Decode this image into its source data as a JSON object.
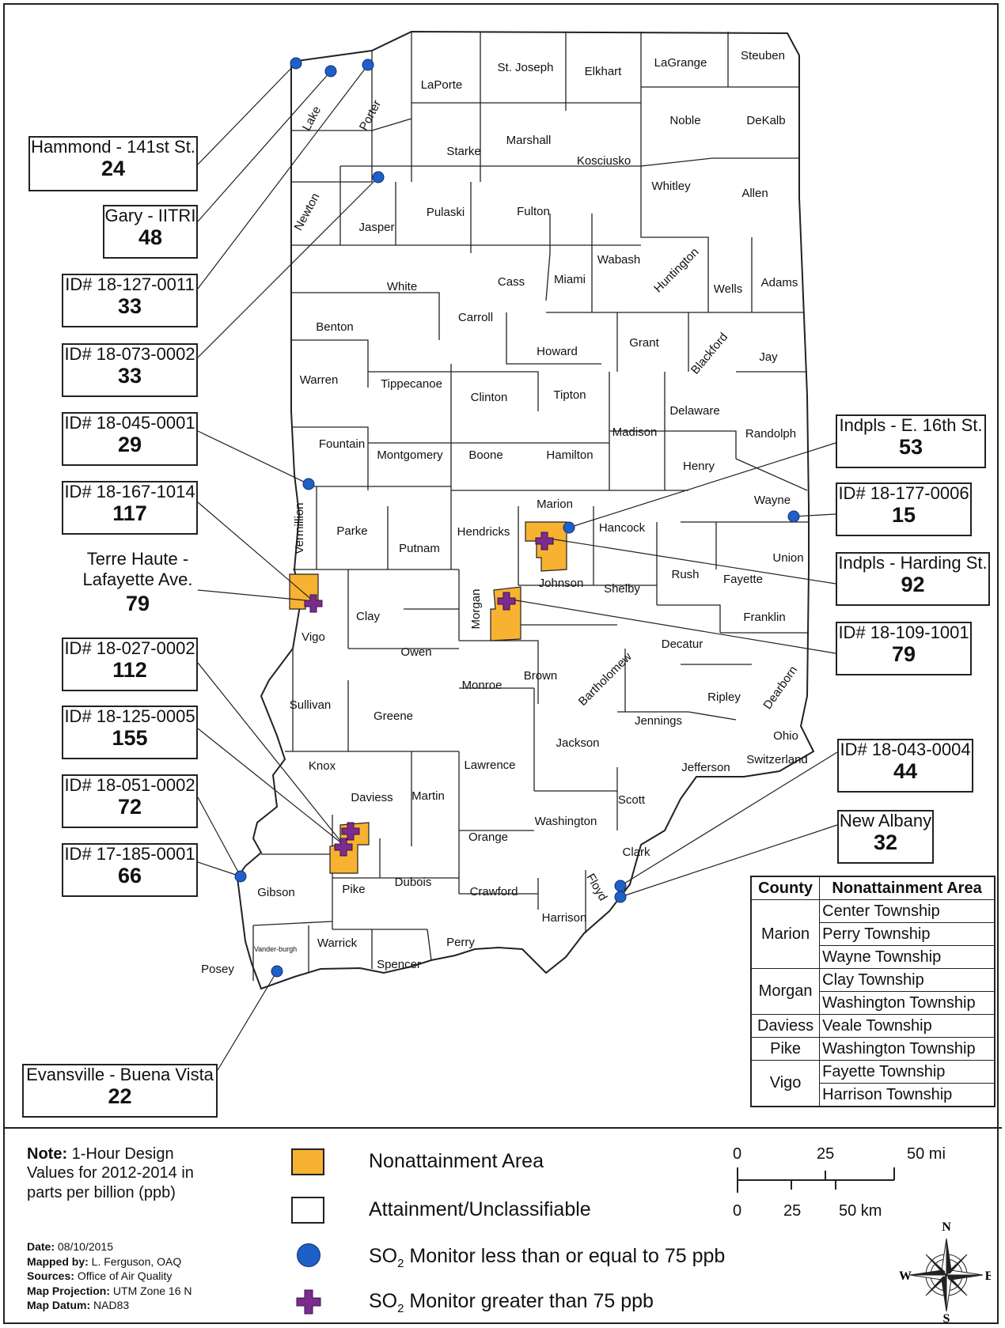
{
  "colors": {
    "nonattainment": "#f7b232",
    "monitor_low": "#1f5fc8",
    "monitor_high": "#7b2d8e",
    "attainment": "#ffffff",
    "border": "#222222"
  },
  "counties": [
    "LaPorte",
    "St. Joseph",
    "Elkhart",
    "LaGrange",
    "Steuben",
    "Noble",
    "DeKalb",
    "Starke",
    "Marshall",
    "Kosciusko",
    "Whitley",
    "Allen",
    "Lake",
    "Porter",
    "Newton",
    "Jasper",
    "Pulaski",
    "Fulton",
    "Wabash",
    "Huntington",
    "Wells",
    "Adams",
    "White",
    "Cass",
    "Miami",
    "Benton",
    "Carroll",
    "Grant",
    "Blackford",
    "Jay",
    "Howard",
    "Warren",
    "Tippecanoe",
    "Clinton",
    "Tipton",
    "Madison",
    "Delaware",
    "Randolph",
    "Fountain",
    "Montgomery",
    "Boone",
    "Hamilton",
    "Henry",
    "Wayne",
    "Vermillion",
    "Parke",
    "Putnam",
    "Hendricks",
    "Marion",
    "Hancock",
    "Union",
    "Rush",
    "Fayette",
    "Shelby",
    "Johnson",
    "Morgan",
    "Vigo",
    "Clay",
    "Owen",
    "Franklin",
    "Decatur",
    "Monroe",
    "Brown",
    "Bartholomew",
    "Ripley",
    "Dearborn",
    "Sullivan",
    "Greene",
    "Jennings",
    "Ohio",
    "Jackson",
    "Lawrence",
    "Jefferson",
    "Switzerland",
    "Knox",
    "Daviess",
    "Martin",
    "Scott",
    "Washington",
    "Orange",
    "Clark",
    "Gibson",
    "Pike",
    "Dubois",
    "Crawford",
    "Floyd",
    "Harrison",
    "Posey",
    "Vander-burgh",
    "Warrick",
    "Spencer",
    "Perry"
  ],
  "monitors": [
    {
      "name": "Hammond - 141st St.",
      "value": "24",
      "exceeds": false
    },
    {
      "name": "Gary - IITRI",
      "value": "48",
      "exceeds": false
    },
    {
      "name": "ID# 18-127-0011",
      "value": "33",
      "exceeds": false
    },
    {
      "name": "ID# 18-073-0002",
      "value": "33",
      "exceeds": false
    },
    {
      "name": "ID# 18-045-0001",
      "value": "29",
      "exceeds": false
    },
    {
      "name": "ID# 18-167-1014",
      "value": "117",
      "exceeds": true
    },
    {
      "name": "Terre Haute - Lafayette Ave.",
      "value": "79",
      "exceeds": true
    },
    {
      "name": "ID# 18-027-0002",
      "value": "112",
      "exceeds": true
    },
    {
      "name": "ID# 18-125-0005",
      "value": "155",
      "exceeds": true
    },
    {
      "name": "ID# 18-051-0002",
      "value": "72",
      "exceeds": false
    },
    {
      "name": "ID# 17-185-0001",
      "value": "66",
      "exceeds": false
    },
    {
      "name": "Evansville - Buena Vista",
      "value": "22",
      "exceeds": false
    },
    {
      "name": "Indpls - E. 16th St.",
      "value": "53",
      "exceeds": false
    },
    {
      "name": "ID# 18-177-0006",
      "value": "15",
      "exceeds": false
    },
    {
      "name": "Indpls - Harding St.",
      "value": "92",
      "exceeds": true
    },
    {
      "name": "ID# 18-109-1001",
      "value": "79",
      "exceeds": true
    },
    {
      "name": "ID# 18-043-0004",
      "value": "44",
      "exceeds": false
    },
    {
      "name": "New Albany",
      "value": "32",
      "exceeds": false
    }
  ],
  "table": {
    "headers": [
      "County",
      "Nonattainment Area"
    ],
    "groups": [
      {
        "county": "Marion",
        "areas": [
          "Center Township",
          "Perry Township",
          "Wayne Township"
        ]
      },
      {
        "county": "Morgan",
        "areas": [
          "Clay Township",
          "Washington Township"
        ]
      },
      {
        "county": "Daviess",
        "areas": [
          "Veale Township"
        ]
      },
      {
        "county": "Pike",
        "areas": [
          "Washington Township"
        ]
      },
      {
        "county": "Vigo",
        "areas": [
          "Fayette Township",
          "Harrison Township"
        ]
      }
    ]
  },
  "note": {
    "label": "Note:",
    "text": "1-Hour Design Values for 2012-2014 in parts per billion (ppb)"
  },
  "meta": [
    {
      "label": "Date:",
      "value": "08/10/2015"
    },
    {
      "label": "Mapped by:",
      "value": "L. Ferguson, OAQ"
    },
    {
      "label": "Sources:",
      "value": "Office of Air Quality"
    },
    {
      "label": "Map Projection:",
      "value": "UTM Zone 16 N"
    },
    {
      "label": "Map Datum:",
      "value": "NAD83"
    }
  ],
  "legend": {
    "nonattainment": "Nonattainment Area",
    "attainment": "Attainment/Unclassifiable",
    "monitor_low_pre": "SO",
    "monitor_low_sub": "2",
    "monitor_low_post": " Monitor less than or equal to 75 ppb",
    "monitor_high_pre": "SO",
    "monitor_high_sub": "2",
    "monitor_high_post": " Monitor greater than 75 ppb"
  },
  "scale": {
    "mi_labels": [
      "0",
      "25",
      "50 mi"
    ],
    "km_labels": [
      "0",
      "25",
      "50 km"
    ]
  },
  "compass": {
    "n": "N",
    "s": "S",
    "e": "E",
    "w": "W"
  }
}
